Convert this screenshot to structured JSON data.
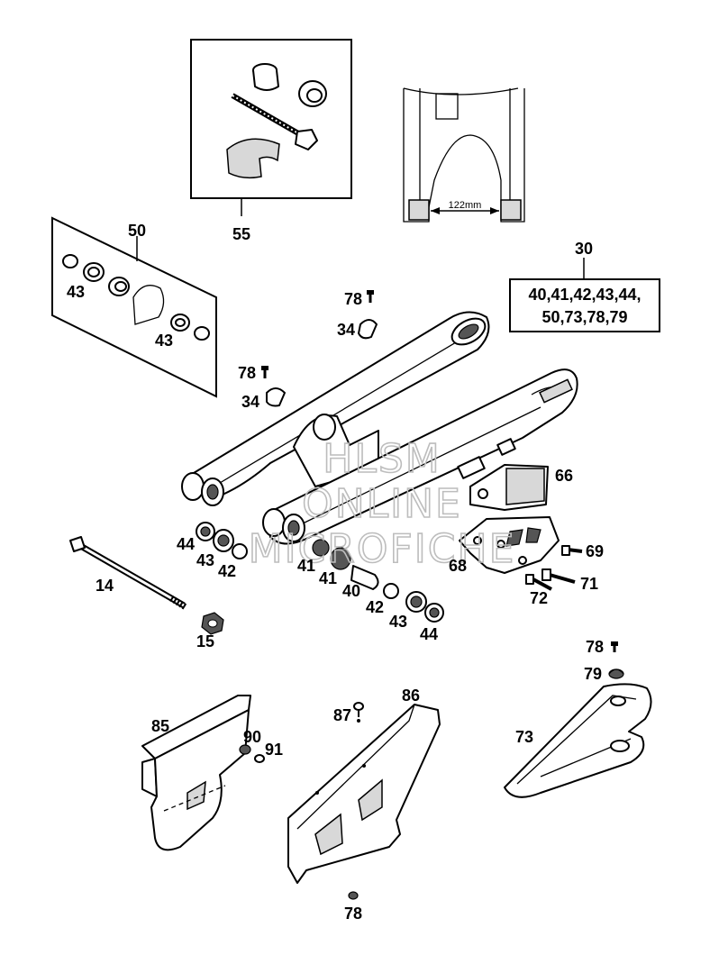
{
  "kit_30": {
    "number": "30",
    "contents_line1": "40,41,42,43,44,",
    "contents_line2": "50,73,78,79"
  },
  "dimension": {
    "text": "122mm"
  },
  "watermark": {
    "line1": "HLSM",
    "line2": "ONLINE",
    "line3": "MICROFICHE"
  },
  "callouts": {
    "c14": "14",
    "c15": "15",
    "c34a": "34",
    "c34b": "34",
    "c40": "40",
    "c41a": "41",
    "c41b": "41",
    "c42a": "42",
    "c42b": "42",
    "c43a": "43",
    "c43b": "43",
    "c43c": "43",
    "c43d": "43",
    "c44a": "44",
    "c44b": "44",
    "c50": "50",
    "c55": "55",
    "c66": "66",
    "c68": "68",
    "c69": "69",
    "c71": "71",
    "c72": "72",
    "c73": "73",
    "c78a": "78",
    "c78b": "78",
    "c78c": "78",
    "c78d": "78",
    "c79": "79",
    "c85": "85",
    "c86": "86",
    "c87": "87",
    "c90": "90",
    "c91": "91"
  }
}
